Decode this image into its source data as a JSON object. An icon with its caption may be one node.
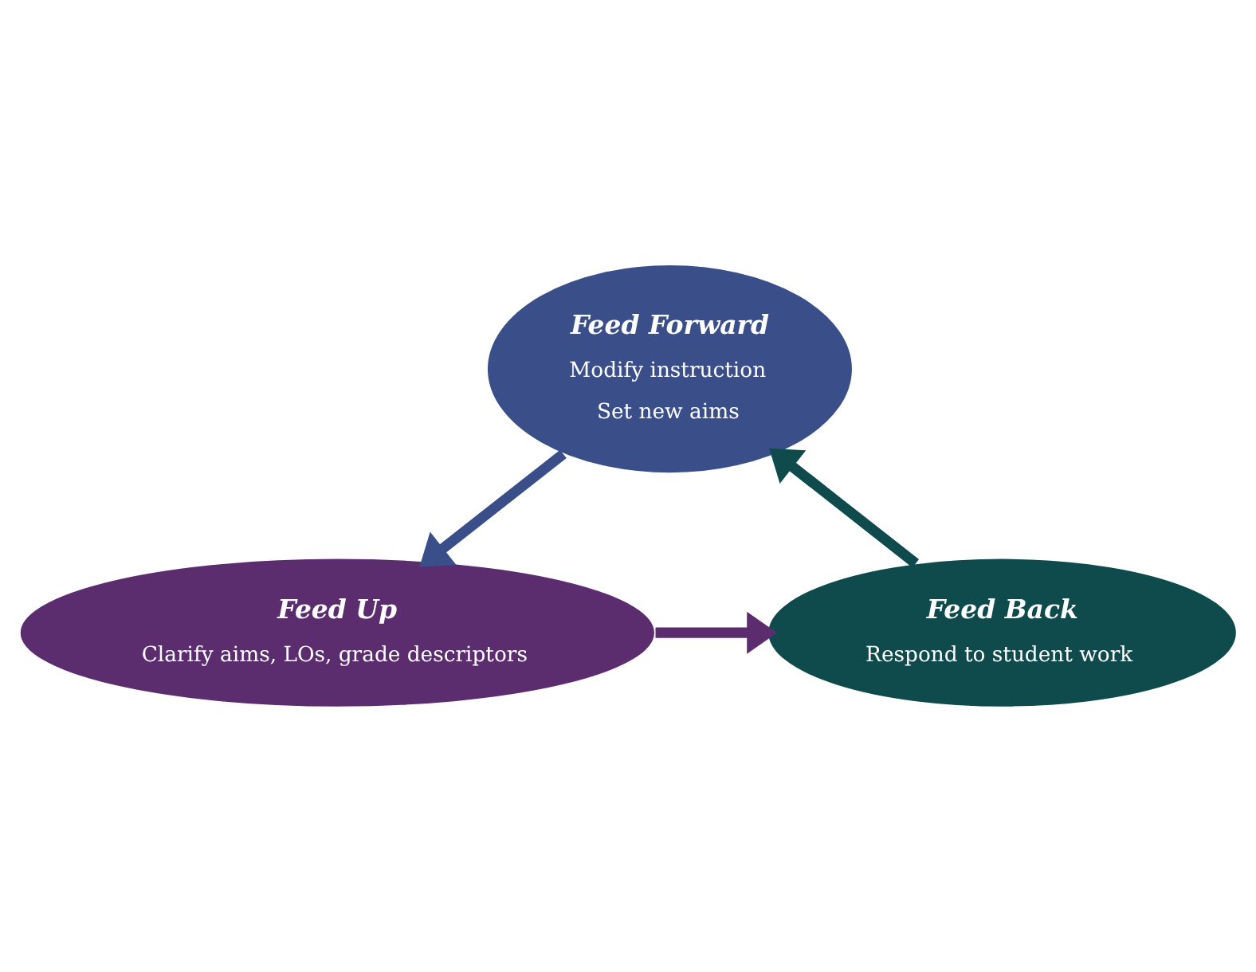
{
  "diagram": {
    "nodes": [
      {
        "text": [
          "Feed Forward",
          "Modify instruction",
          "Set new aims"
        ]
      },
      {
        "text": [
          "Feed Up",
          "Clarify aims, LOs, grade descriptors"
        ]
      },
      {
        "text": [
          "Feed Back",
          "Respond to student work"
        ]
      }
    ],
    "edges": [
      {
        "from": 0,
        "to": 1,
        "arrow": "to",
        "color": "#3a4f8a"
      },
      {
        "from": 1,
        "to": 2,
        "arrow": "to",
        "color": "#5b2d6e"
      },
      {
        "from": 2,
        "to": 0,
        "arrow": "to",
        "color": "#0f4a4d"
      }
    ]
  }
}
